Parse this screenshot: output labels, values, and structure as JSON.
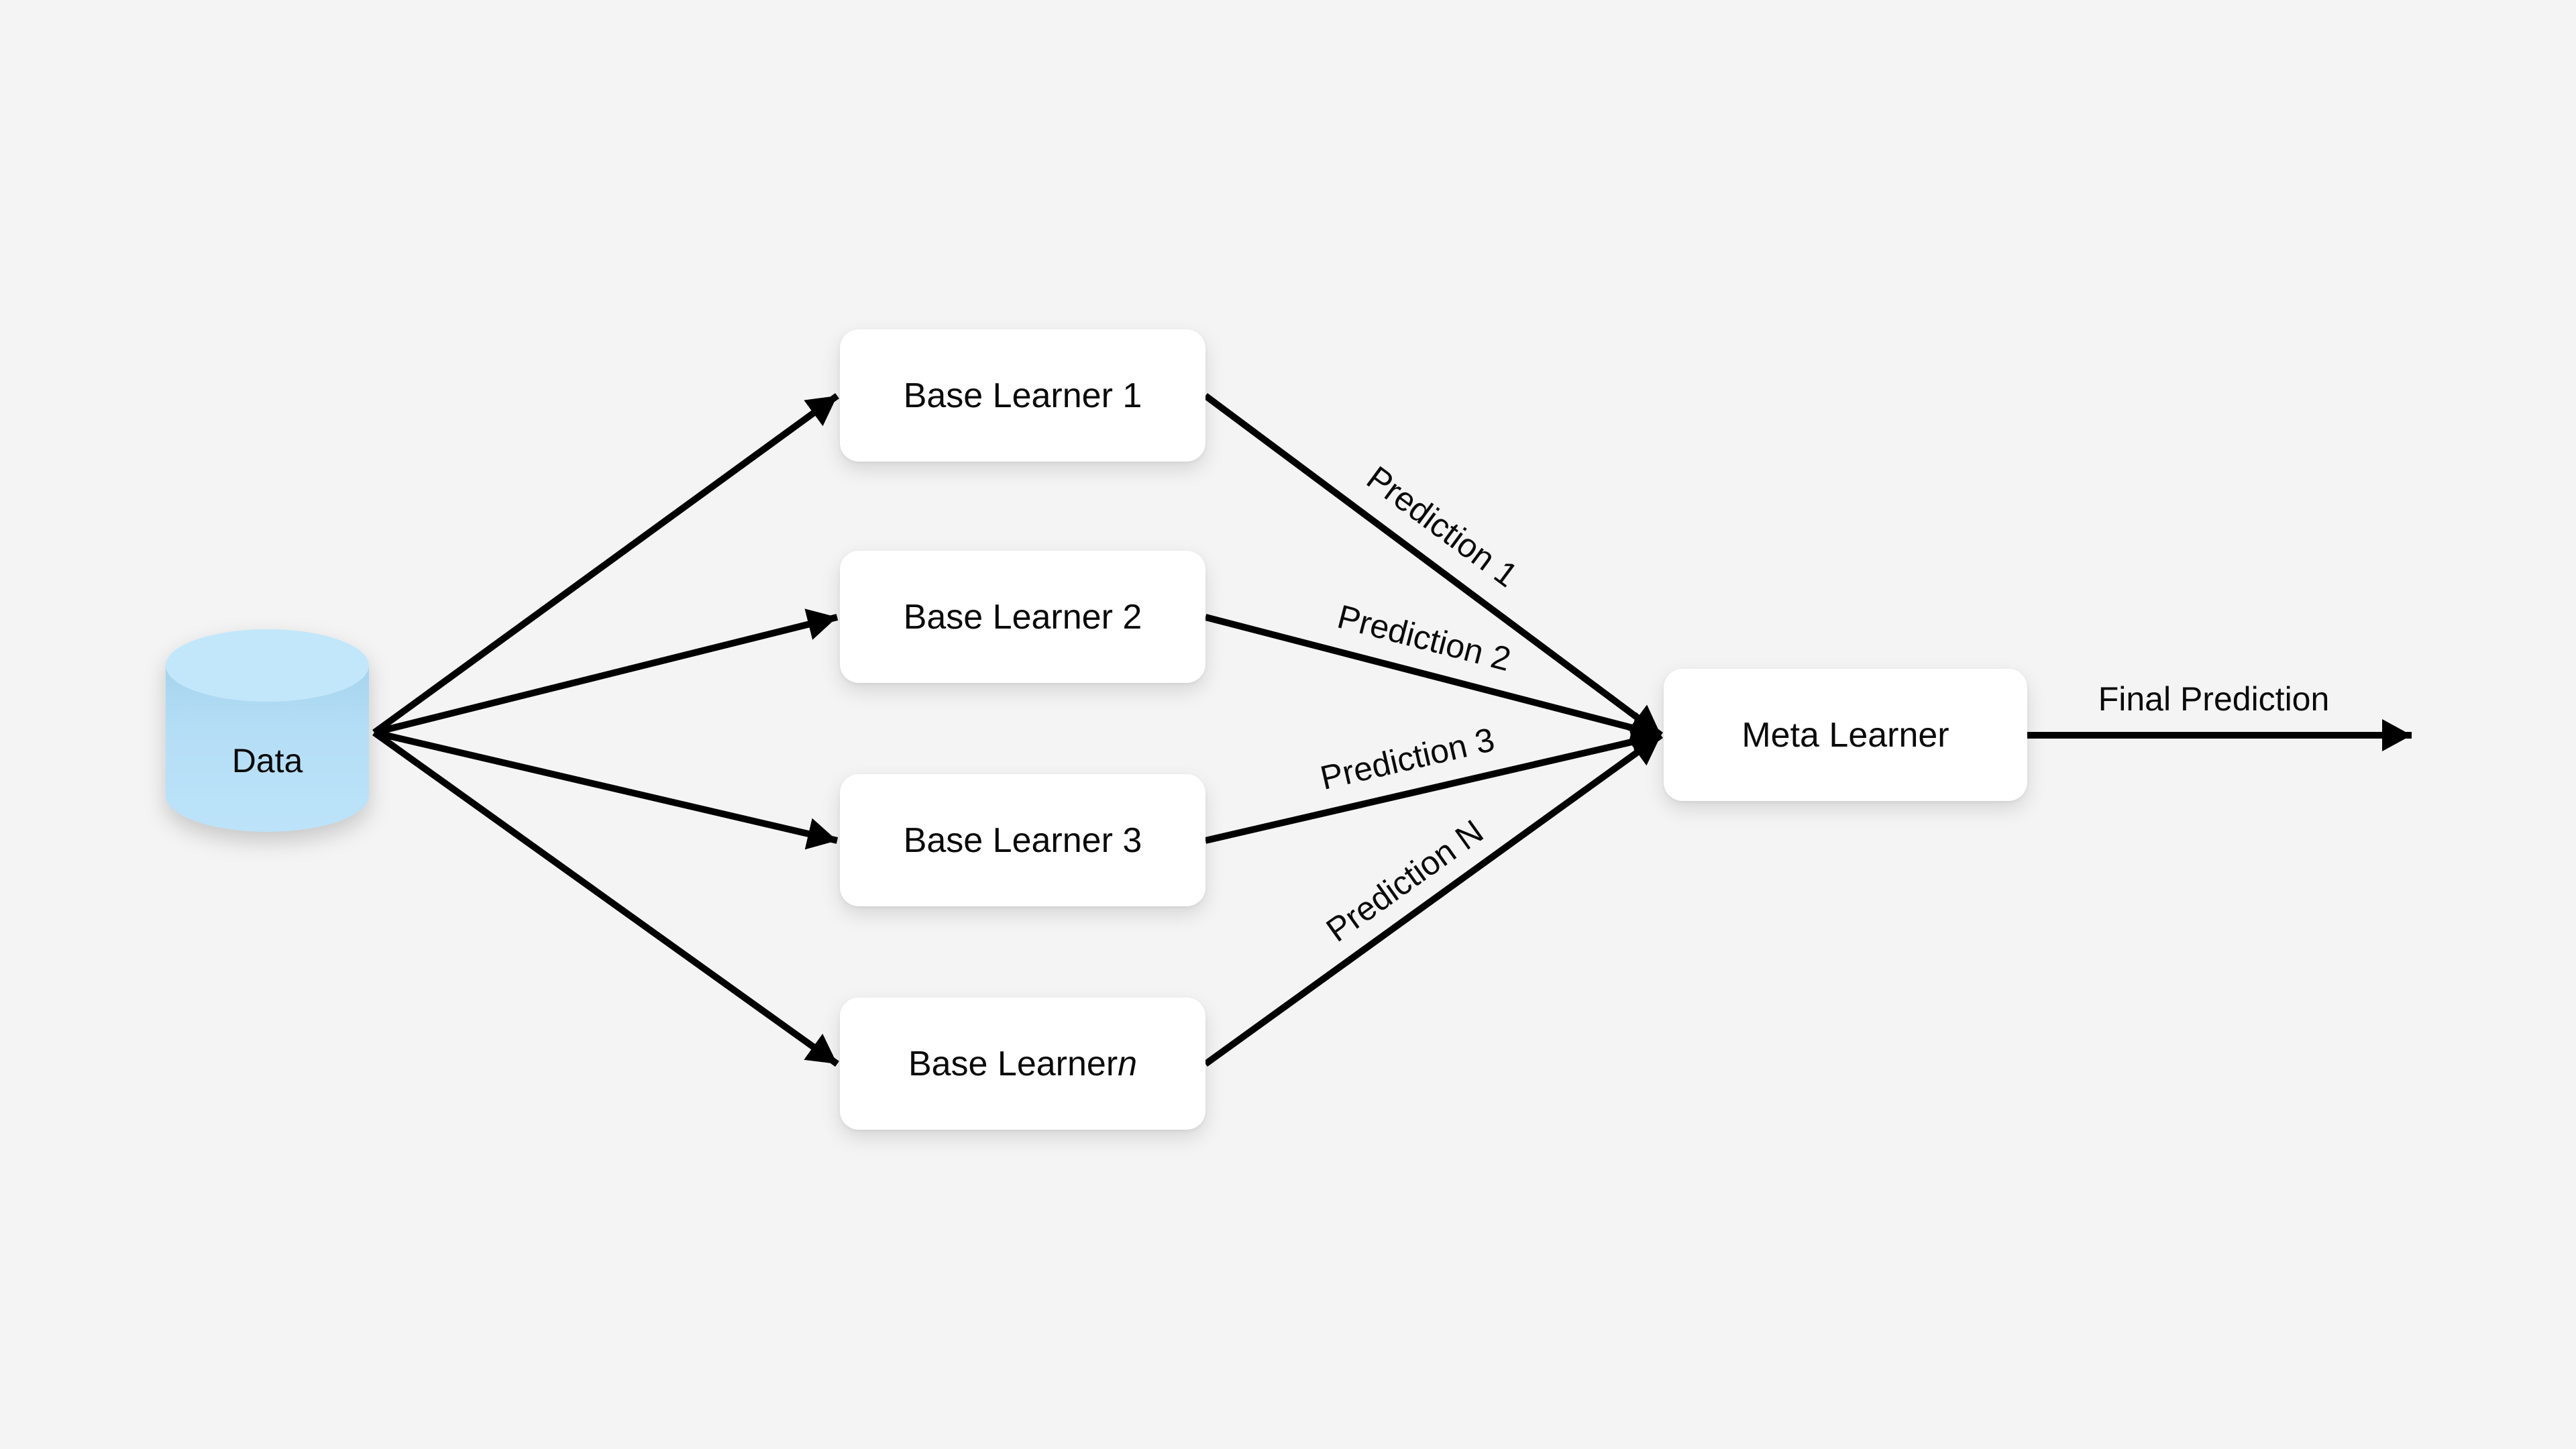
{
  "nodes": {
    "data": {
      "label": "Data"
    },
    "base_learner_1": {
      "label": "Base Learner 1"
    },
    "base_learner_2": {
      "label": "Base Learner 2"
    },
    "base_learner_3": {
      "label": "Base Learner 3"
    },
    "base_learner_n": {
      "prefix": "Base Learner ",
      "suffix": "n"
    },
    "meta_learner": {
      "label": "Meta Learner"
    }
  },
  "edges": {
    "prediction_1": {
      "label": "Prediction 1"
    },
    "prediction_2": {
      "label": "Prediction 2"
    },
    "prediction_3": {
      "label": "Prediction 3"
    },
    "prediction_n": {
      "label": "Prediction N"
    },
    "final_prediction": {
      "label": "Final Prediction"
    }
  },
  "colors": {
    "background": "#f4f4f4",
    "node_fill": "#ffffff",
    "cylinder_top": "#c2e7fb",
    "cylinder_body": "#b4def6",
    "line": "#000000",
    "text": "#0a0a0a"
  }
}
